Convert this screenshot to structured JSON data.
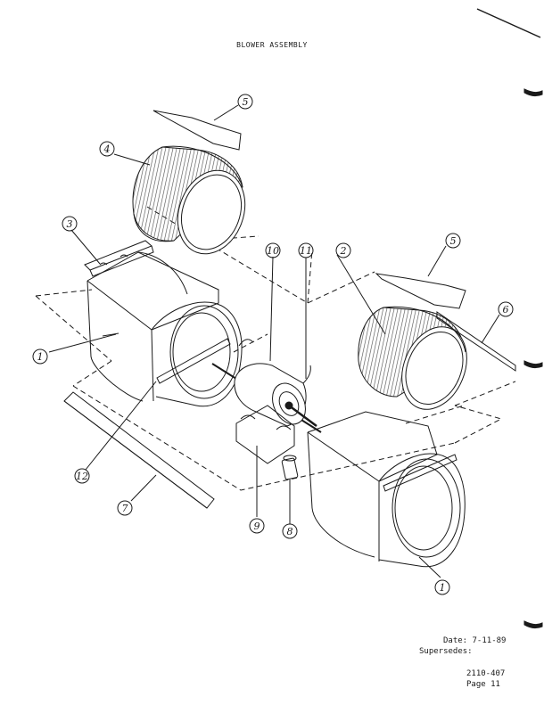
{
  "page": {
    "title": "BLOWER ASSEMBLY"
  },
  "footer": {
    "date_label": "Date:",
    "date_value": "7-11-89",
    "supersedes_label": "Supersedes:",
    "doc_number": "2110-407",
    "page": "Page 11"
  },
  "callouts": [
    {
      "id": "c1a",
      "label": "1"
    },
    {
      "id": "c1b",
      "label": "1"
    },
    {
      "id": "c2",
      "label": "2"
    },
    {
      "id": "c3",
      "label": "3"
    },
    {
      "id": "c4",
      "label": "4"
    },
    {
      "id": "c5a",
      "label": "5"
    },
    {
      "id": "c5b",
      "label": "5"
    },
    {
      "id": "c6",
      "label": "6"
    },
    {
      "id": "c7",
      "label": "7"
    },
    {
      "id": "c8",
      "label": "8"
    },
    {
      "id": "c9",
      "label": "9"
    },
    {
      "id": "c10",
      "label": "10"
    },
    {
      "id": "c11",
      "label": "11"
    },
    {
      "id": "c12",
      "label": "12"
    }
  ],
  "parts": [
    "blower-housing-left",
    "blower-housing-right",
    "blower-wheel-left",
    "blower-wheel-right",
    "mounting-bracket",
    "cutoff-plate-left",
    "cutoff-plate-right",
    "side-panel-strip",
    "base-panel",
    "capacitor",
    "motor-mount",
    "blower-motor",
    "motor-shaft",
    "set-screw",
    "motor-clip"
  ],
  "colors": {
    "ink": "#1a1a1a",
    "paper": "#ffffff",
    "wheel_hatch": "#555555"
  }
}
